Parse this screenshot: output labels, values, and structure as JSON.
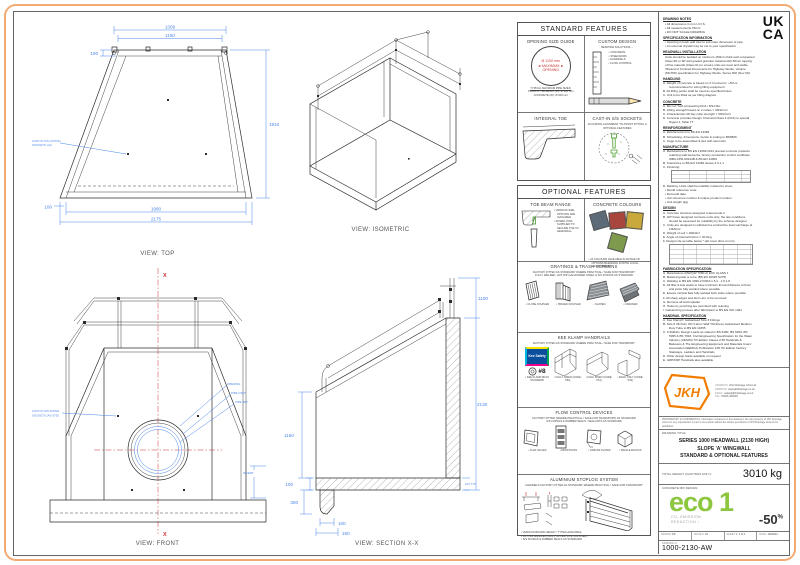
{
  "views": {
    "top": {
      "caption": "VIEW: TOP",
      "dim_1309": "1309",
      "dim_1150": "1150",
      "dim_100_top": "100",
      "dim_1910": "1910",
      "dim_1980": "1980",
      "dim_2175": "2175",
      "dim_100_bottom": "100",
      "lifting_label_1": "CAST IN S/S LIFTING",
      "lifting_label_2": "SOCKETS (x3)"
    },
    "isometric": {
      "caption": "VIEW: ISOMETRIC"
    },
    "front": {
      "caption": "VIEW: FRONT",
      "label_opening": "OPENING",
      "label_pipe_od": "PIPE (OD)*",
      "label_pipe_id": "PIPE (ID)*",
      "label_invert": "INVERT",
      "label_sockets_1": "CAST-IN S/S FIXING",
      "label_sockets_2": "SOCKETS (AS STD)",
      "section_marker_top": "X",
      "section_marker_bottom": "X"
    },
    "section": {
      "caption": "VIEW: SECTION X-X",
      "dim_1100": "1100",
      "dim_2130": "2130",
      "dim_100_typ": "100 TYP",
      "dim_1150": "1150",
      "dim_100_left": "100",
      "dim_300": "300",
      "dim_100_toe": "100",
      "dim_150_toe": "150"
    }
  },
  "standard_features": {
    "title": "STANDARD FEATURES",
    "opening_size_guide": {
      "title": "OPENING SIZE GUIDE",
      "circle_line1": "Ø 1100 mm",
      "circle_line2": "◄ MAXIMUM ►",
      "circle_line3": "OPENING",
      "pipe_sizes_title": "TYPICAL MAXIMUM PIPE SIZES:",
      "pipe_sizes": [
        "PLASTIC TWINWALL (ID): Ø 900 mm",
        "CONCRETE (ID): Ø 900 mm"
      ]
    },
    "custom_design": {
      "title": "CUSTOM DESIGN",
      "subtitle": "BESPOKE SOLUTIONS ...",
      "bullets": [
        "CONCRETE",
        "STEELWORK",
        "HANDRAILS",
        "FLOW CONTROL"
      ]
    },
    "integral_toe": {
      "title": "INTEGRAL TOE"
    },
    "cast_in_sockets": {
      "title": "CAST-IN S/S SOCKETS",
      "subtitle": "ACCURATE ALIGNMENT TO ASSIST FITTING & OPTIONAL FEATURES"
    }
  },
  "optional_features": {
    "title": "OPTIONAL FEATURES",
    "toe_beam": {
      "title": "TOE BEAM RANGE",
      "bullets": [
        "VARIOUS SIZE OPTIONS ARE AVAILABLE",
        "DOWEL PINS SUPPLIED TO SECURE TOE TO HEADWALL"
      ]
    },
    "concrete_colours": {
      "title": "CONCRETE COLOURS",
      "swatches": [
        "#5d6b79",
        "#a8463e",
        "#c9a93c",
        "#7d9a4d"
      ],
      "bullet": "24 COLOURS AVAILABLE IN RANGE OF OPTIONS BLENDING IN WITH LOCAL ENVIRONMENT"
    },
    "gratings": {
      "title": "GRATINGS & TRASH SCREENS",
      "note1": "FACTORY FITTED AS STANDARD 'WHERE PRACTICAL / SAFE FOR TRANSPORT'",
      "note2": "FULLY WELDED, HOT DIP GALVANISED STEEL & S/S FIXINGS AS STANDARD",
      "items": [
        "CLOSE COUPLED",
        "HINGED COUPLED",
        "SLOPED",
        "CRANKED"
      ]
    },
    "kee_klamp": {
      "title": "KEE KLAMP HANDRAILS",
      "note1": "FACTORY FITTED AS STANDARD 'WHERE PRACTICAL / SAFE FOR TRANSPORT'",
      "logo": "Kee Safety",
      "size_label": "#8",
      "std_label": "KEE KLAMP #8 AS STANDARD",
      "items": [
        "FULLY RISEN (CODE: K50)",
        "HALF RISEN (CODE: K51)",
        "BACK ONLY (CODE: K52)"
      ]
    },
    "flow_control": {
      "title": "FLOW CONTROL DEVICES",
      "note1": "FACTORY FITTED (WHERE PRACTICAL / SAFE FOR TRANSPORT) AS STANDARD",
      "note2": "S/S FIXINGS & RUBBER SEALS / SEALANTS AS STANDARD",
      "items": [
        "FLAP VALVES",
        "PENSTOCKS",
        "ORIFICE PLATES",
        "BAFFLE BLOCKS"
      ]
    },
    "stoplog": {
      "title": "ALUMINIUM STOPLOG SYSTEM",
      "note1": "CHANNELS FACTORY FITTED AS STANDARD 'WHERE PRACTICAL / SAFE FOR TRANSPORT'",
      "bullets": [
        "VARIOUS BOARD HEIGHT / TYPES AVAILABLE",
        "LIFTING HANDLES (MIN 2 No PER SITE SUPPLIED)",
        "S/S FIXINGS & RUBBER SEALS AS STANDARD"
      ]
    }
  },
  "notes": {
    "lines": [
      {
        "t": "DRAWING NOTES",
        "cls": "h"
      },
      {
        "t": "•  All dimensions in mm U.O.S.",
        "cls": "b"
      },
      {
        "t": "•  All measurements ±5mm",
        "cls": "b"
      },
      {
        "t": "•  DO NOT SCALE DRAWING",
        "cls": "b"
      },
      {
        "t": "SPECIFICATION INFORMATION",
        "cls": "h"
      },
      {
        "t": "•  Opening in back wall cast to suit outer dimension of pipe",
        "cls": "b"
      },
      {
        "t": "•  An external drywall may be set to your specification",
        "cls": "b"
      },
      {
        "t": "HEADWALL INSTALLATION",
        "cls": "h"
      },
      {
        "t": "Units should be bedded on minimum 150mm thick well compacted Class 6N or 6P well graded granular material with 50mm topping of fine material (Class 6L) to ensure units are level and stable. 'Manual of Contract Documents for Highway Works, Volume (MCHW) specification for Highway Works, Series 600 (Nov 09)'",
        "cls": "p"
      },
      {
        "t": "HANDLING",
        "cls": "h"
      },
      {
        "t": "A.  Weight of concrete is based on 2.4 tonne/m³. +5% is recommended for sizing lifting equipment",
        "cls": "l"
      },
      {
        "t": "B.  All lifting points shall be used as specified below",
        "cls": "l"
      },
      {
        "t": "C.  Unit to be lifted as per lifting diagram",
        "cls": "l"
      },
      {
        "t": "CONCRETE",
        "cls": "h"
      },
      {
        "t": "A.  Mix ref: Self-compacting DC4 / DS4 Mix",
        "cls": "l"
      },
      {
        "t": "B.  Lifting strength based on 2 cubes = 20N/mm²",
        "cls": "l"
      },
      {
        "t": "C.  Characteristic 28 day cube strength = 50N/mm²",
        "cls": "l"
      },
      {
        "t": "D.  Concrete provides Design Chemical Class 4 (DC4) to special Digest 1, Table TT",
        "cls": "l"
      },
      {
        "t": "REINFORCEMENT",
        "cls": "h"
      },
      {
        "t": "A.  Reinforcement to BS EN 13369",
        "cls": "l"
      },
      {
        "t": "B.  Scheduling, dimensions, bends & cutting to BS8666",
        "cls": "l"
      },
      {
        "t": "C.  Cage to be assembled & tied with steel wire",
        "cls": "l"
      },
      {
        "t": "MANUFACTURE",
        "cls": "h"
      },
      {
        "t": "A.  Manufacture to BS EN 13369:2013 precast concrete products retaining wall elements, factory production control certificate 0086-CPR-60244B & BS EN 13369",
        "cls": "l"
      },
      {
        "t": "B.  Tolerances to BS EN 13369 clause 4.3.1.1",
        "cls": "l"
      },
      {
        "t": "C.  Finishing:",
        "cls": "l"
      },
      {
        "t": "",
        "cls": "tbl1"
      },
      {
        "t": "D.  Marking: Units shall be indelibly marked to show:",
        "cls": "l"
      },
      {
        "t": "•  Mould reference code",
        "cls": "b"
      },
      {
        "t": "•  Demould date",
        "cls": "b"
      },
      {
        "t": "•  Job reference number & unique product number",
        "cls": "b"
      },
      {
        "t": "•  Unit weight (kg)",
        "cls": "b"
      },
      {
        "t": "DESIGN",
        "cls": "h"
      },
      {
        "t": "A.  Concrete structure designed to Eurocode 2",
        "cls": "l"
      },
      {
        "t": "B.  JKH have designed concrete units only, the site conditions should be assessed for suitability by the scheme designer",
        "cls": "l"
      },
      {
        "t": "C.  Units are designed to withstand a vertical live load surcharge at 10kN/m²",
        "cls": "l"
      },
      {
        "t": "D.  Weight of soil = 18kN/m³",
        "cls": "l"
      },
      {
        "t": "E.  Angle of internal friction = 30 Deg.",
        "cls": "l"
      },
      {
        "t": "F.  Design Life as table below * (all cover dims in mm)",
        "cls": "l"
      },
      {
        "t": "",
        "cls": "tbl2"
      },
      {
        "t": "FABRICATION SPECIFICATION",
        "cls": "h"
      },
      {
        "t": "A.  Manufacture (RW/QW 7080-2) EXC CLASS 1",
        "cls": "l"
      },
      {
        "t": "B.  Material grade is to be (BS EN 10025 S275)",
        "cls": "l"
      },
      {
        "t": "C.  Welding to BS EN 1090-2 PARA 1.5.4 - 1.5.1.8",
        "cls": "l"
      },
      {
        "t": "D.  All fillet & butt welds to have minimum throat thickness of 6mm and joints fully welded where possible",
        "cls": "l"
      },
      {
        "t": "E.  Ensure vertical flats fully welded both sides where possible",
        "cls": "l"
      },
      {
        "t": "F.  All sharp edges and burrs are to be removed",
        "cls": "l"
      },
      {
        "t": "G.  Remove all weld splatter",
        "cls": "l"
      },
      {
        "t": "H.  Holes by punching are permitted with reaming",
        "cls": "l"
      },
      {
        "t": "I.  Galvanizing process after fabrication to BS EN ISO 1461",
        "cls": "l"
      },
      {
        "t": "HANDRAIL SPECIFICATION",
        "cls": "h"
      },
      {
        "t": "A.  Kee Klamp® Galvanised Size 8 Fittings",
        "cls": "l"
      },
      {
        "t": "B.  Size 8 48.3mm OD 3.2mm Wall Thickness Galvanised Medium Duty Tube to BS EN 10255",
        "cls": "l"
      },
      {
        "t": "C.  0.36kN/m Design Loads as stated in BS 6180, BS 6399, BS 5395 & BS 7818, Civil Engineering Specification for the Water Industry (CESWI) 7th Edition Clause 2.65 Handrails & Balusters & The Engineering Equipment and Materials Users' Association (EEMUA) Publication 105 7th Edition Factory Stairways, Ladders and Handrails",
        "cls": "l"
      },
      {
        "t": "D.  Other design loads available on request",
        "cls": "l"
      },
      {
        "t": "E.  GRP/FRP Handrails also available",
        "cls": "l"
      }
    ]
  },
  "title_block": {
    "ukca_line1": "UK",
    "ukca_line2": "CA",
    "jkh_logo": "JKH",
    "contact": {
      "address_label": "ADDRESS:",
      "address": "JKH Drainage Units Ltd",
      "website_label": "WEBSITE:",
      "website": "www.jkhdrainage.co.uk",
      "email_label": "EMAIL:",
      "email": "sales@jkhdrainage.co.uk",
      "tel_label": "TEL:",
      "tel": "01945 420236"
    },
    "proprietary": "PROPRIETARY & CONFIDENTIAL: Information contained on this drawing is the sole property of JKH Drainage Units Ltd. Any reproduction in part or as a whole without the written permission of JKH Drainage Units Ltd is prohibited.",
    "drawing_title_label": "DRAWING TITLE:",
    "title_line1": "SERIES 1000 HEADWALL (2130 HIGH)",
    "title_line2": "SLOPE 'A' WINGWALL",
    "title_line3": "STANDARD & OPTIONAL FEATURES",
    "weight_label": "TOTAL WEIGHT (CASTINGS ONLY):",
    "weight_value": "3010 kg",
    "mix_label": "CONCRETE MIX DESIGN:",
    "eco_text": "eco",
    "eco_num": "1",
    "eco_sub1": "CO₂ EMISSION",
    "eco_sub2": "REDUCTION ↑",
    "eco_pct": "-50",
    "eco_pct_unit": "%",
    "meta": {
      "drawn_label": "DRAWN:",
      "drawn": "PK",
      "issue_label": "ISSUE #:",
      "issue": "01",
      "sheet_label": "SHEET #:",
      "sheet": "1 of 1",
      "date_label": "DATE:",
      "date": "12/02/24"
    },
    "drawing_no_label": "DRAWING #:",
    "drawing_no": "1000-2130-AW"
  },
  "colors": {
    "sheet_border": "#f2aa72",
    "dimension_blue": "#4a86e8",
    "centerline_red": "#cc3333",
    "eco_green": "#8dc63f",
    "jkh_orange": "#f07d00"
  }
}
